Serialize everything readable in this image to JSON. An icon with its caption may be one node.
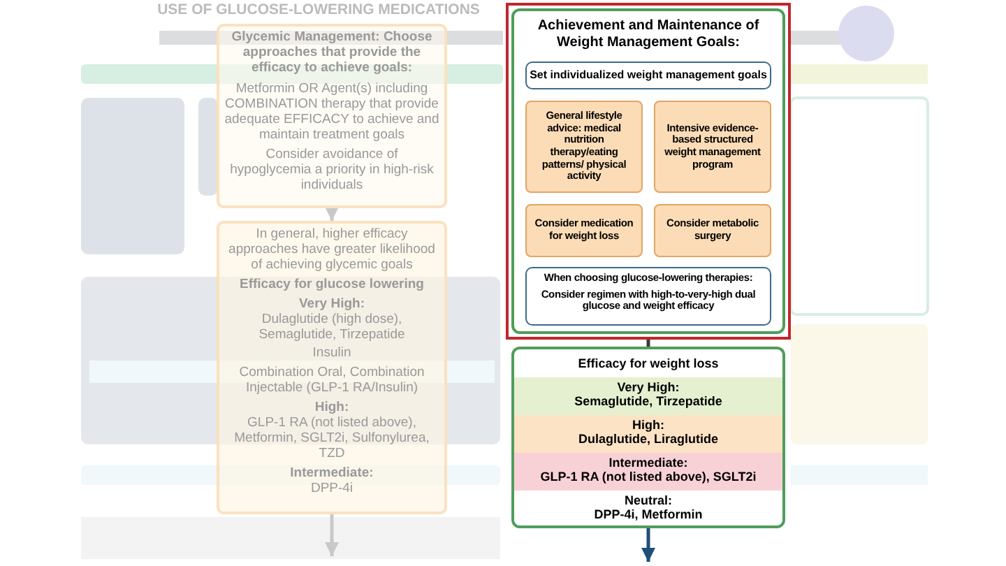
{
  "diagram": {
    "nodes": [
      {
        "text": [
          "Glycemic Management: Choose approaches that provide the efficacy to achieve goals:",
          "Metformin OR Agent(s) including COMBINATION therapy that provide adequate EFFICACY to achieve and maintain treatment goals",
          "Consider avoidance of hypoglycemia a priority in high-risk individuals"
        ]
      },
      {
        "text": [
          "In general, higher efficacy approaches have greater likelihood of achieving glycemic goals",
          "Efficacy for glucose lowering",
          "Very High:",
          "Dulaglutide (high dose), Semaglutide, Tirzepatide",
          "Insulin",
          "Combination Oral, Combination Injectable (GLP-1 RA/Insulin)",
          "High:",
          "GLP-1 RA (not listed above), Metformin, SGLT2i, Sulfonylurea, TZD",
          "Intermediate:",
          "DPP-4i"
        ]
      },
      {
        "text": [],
        "shape": "box"
      },
      {
        "text": [
          "Achievement and Maintenance of Weight Management Goals:"
        ],
        "in": 2
      },
      {
        "text": [
          "Set individualized weight management goals"
        ],
        "in": 3
      },
      {
        "text": [
          "General lifestyle advice: medical nutrition therapy/eating patterns/ physical activity"
        ],
        "in": 3
      },
      {
        "text": [
          "Intensive evidence-based structured weight management program"
        ],
        "in": 3
      },
      {
        "text": [
          "Consider medication for weight loss"
        ],
        "in": 3
      },
      {
        "text": [
          "Consider metabolic surgery"
        ],
        "in": 3
      },
      {
        "text": [
          "When choosing glucose-lowering therapies:",
          "Consider regimen with high-to-very-high dual glucose and weight efficacy"
        ],
        "in": 3
      },
      {
        "text": [
          "Efficacy for weight loss"
        ]
      },
      {
        "text": [
          "Very High:",
          "Semaglutide, Tirzepatide"
        ],
        "in": 10
      },
      {
        "text": [
          "High:",
          "Dulaglutide, Liraglutide"
        ],
        "in": 10
      },
      {
        "text": [
          "Intermediate:",
          "GLP-1 RA (not listed above), SGLT2i"
        ],
        "in": 10
      },
      {
        "text": [
          "Neutral:",
          "DPP-4i, Metformin"
        ],
        "in": 10
      }
    ],
    "edges": [
      {
        "from": 0,
        "to": 1,
        "arrow": "to",
        "color": "#c8c8c8"
      },
      {
        "from": 1,
        "to": null,
        "arrow": "to",
        "color": "#c8c8c8"
      },
      {
        "from": 2,
        "to": 10,
        "arrow": "none",
        "color": "#3a3a3a"
      },
      {
        "from": 10,
        "to": null,
        "arrow": "to",
        "color": "#1f4e79"
      }
    ],
    "labels": [
      "USE OF GLUCOSE-LOWERING MEDICATIONS"
    ]
  }
}
